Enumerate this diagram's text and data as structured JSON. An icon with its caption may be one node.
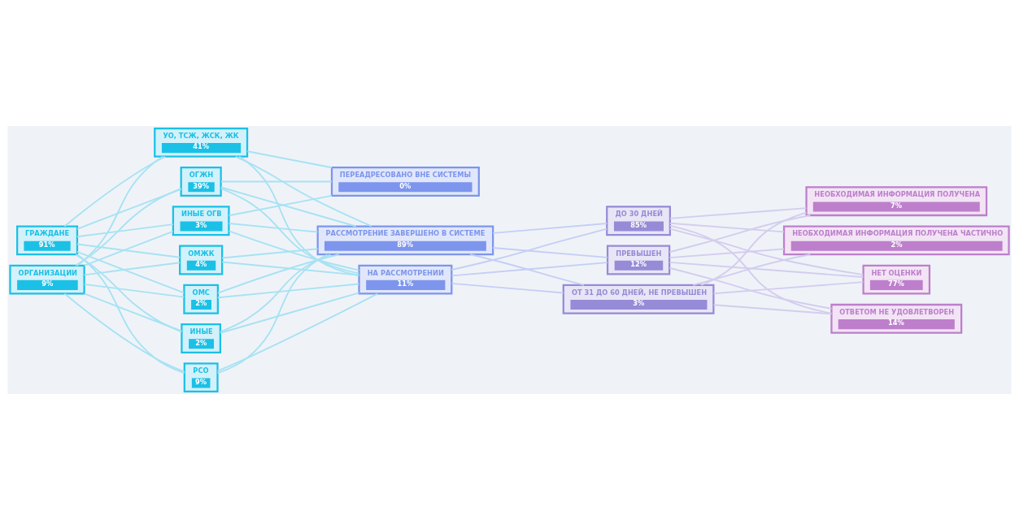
{
  "diagram": {
    "nodes": [
      {
        "text": [
          "ГРАЖДАНЕ",
          "91%"
        ]
      },
      {
        "text": [
          "ОРГАНИЗАЦИИ",
          "9%"
        ]
      },
      {
        "text": [
          "УО, ТСЖ, ЖСК, ЖК",
          "41%"
        ]
      },
      {
        "text": [
          "ОГЖН",
          "39%"
        ]
      },
      {
        "text": [
          "РСО",
          "9%"
        ]
      },
      {
        "text": [
          "ОМЖК",
          "4%"
        ]
      },
      {
        "text": [
          "ИНЫЕ ОГВ",
          "3%"
        ]
      },
      {
        "text": [
          "ОМС",
          "2%"
        ]
      },
      {
        "text": [
          "ИНЫЕ",
          "2%"
        ]
      },
      {
        "text": [
          "РАССМОТРЕНИЕ ЗАВЕРШЕНО В СИСТЕМЕ",
          "89%"
        ]
      },
      {
        "text": [
          "НА РАССМОТРЕНИИ",
          "11%"
        ]
      },
      {
        "text": [
          "ПЕРЕАДРЕСОВАНО ВНЕ СИСТЕМЫ",
          "0%"
        ]
      },
      {
        "text": [
          "ДО 30 ДНЕЙ",
          "85%"
        ]
      },
      {
        "text": [
          "ПРЕВЫШЕН",
          "12%"
        ]
      },
      {
        "text": [
          "ОТ 31 ДО 60 ДНЕЙ, НЕ ПРЕВЫШЕН",
          "3%"
        ]
      },
      {
        "text": [
          "НЕТ ОЦЕНКИ",
          "77%"
        ]
      },
      {
        "text": [
          "ОТВЕТОМ НЕ УДОВЛЕТВОРЕН",
          "14%"
        ]
      },
      {
        "text": [
          "НЕОБХОДИМАЯ ИНФОРМАЦИЯ ПОЛУЧЕНА",
          "7%"
        ]
      },
      {
        "text": [
          "НЕОБХОДИМАЯ ИНФОРМАЦИЯ ПОЛУЧЕНА ЧАСТИЧНО",
          "2%"
        ]
      }
    ],
    "edges": [
      {
        "from": 0,
        "to": 2,
        "arrow": "none"
      },
      {
        "from": 0,
        "to": 3,
        "arrow": "none"
      },
      {
        "from": 0,
        "to": 4,
        "arrow": "none"
      },
      {
        "from": 0,
        "to": 5,
        "arrow": "none"
      },
      {
        "from": 0,
        "to": 6,
        "arrow": "none"
      },
      {
        "from": 0,
        "to": 7,
        "arrow": "none"
      },
      {
        "from": 0,
        "to": 8,
        "arrow": "none"
      },
      {
        "from": 1,
        "to": 2,
        "arrow": "none"
      },
      {
        "from": 1,
        "to": 3,
        "arrow": "none"
      },
      {
        "from": 1,
        "to": 4,
        "arrow": "none"
      },
      {
        "from": 1,
        "to": 5,
        "arrow": "none"
      },
      {
        "from": 1,
        "to": 6,
        "arrow": "none"
      },
      {
        "from": 1,
        "to": 7,
        "arrow": "none"
      },
      {
        "from": 1,
        "to": 8,
        "arrow": "none"
      },
      {
        "from": 2,
        "to": 9,
        "arrow": "none"
      },
      {
        "from": 2,
        "to": 10,
        "arrow": "none"
      },
      {
        "from": 2,
        "to": 11,
        "arrow": "none"
      },
      {
        "from": 3,
        "to": 9,
        "arrow": "none"
      },
      {
        "from": 3,
        "to": 10,
        "arrow": "none"
      },
      {
        "from": 3,
        "to": 11,
        "arrow": "none"
      },
      {
        "from": 4,
        "to": 9,
        "arrow": "none"
      },
      {
        "from": 4,
        "to": 10,
        "arrow": "none"
      },
      {
        "from": 5,
        "to": 9,
        "arrow": "none"
      },
      {
        "from": 5,
        "to": 10,
        "arrow": "none"
      },
      {
        "from": 6,
        "to": 9,
        "arrow": "none"
      },
      {
        "from": 6,
        "to": 10,
        "arrow": "none"
      },
      {
        "from": 6,
        "to": 11,
        "arrow": "none"
      },
      {
        "from": 7,
        "to": 9,
        "arrow": "none"
      },
      {
        "from": 7,
        "to": 10,
        "arrow": "none"
      },
      {
        "from": 8,
        "to": 9,
        "arrow": "none"
      },
      {
        "from": 8,
        "to": 10,
        "arrow": "none"
      },
      {
        "from": 9,
        "to": 12,
        "arrow": "none",
        "color": "#c5cff5"
      },
      {
        "from": 9,
        "to": 13,
        "arrow": "none",
        "color": "#c5cff5"
      },
      {
        "from": 9,
        "to": 14,
        "arrow": "none",
        "color": "#c5cff5"
      },
      {
        "from": 10,
        "to": 12,
        "arrow": "none",
        "color": "#c5cff5"
      },
      {
        "from": 10,
        "to": 13,
        "arrow": "none",
        "color": "#c5cff5"
      },
      {
        "from": 10,
        "to": 14,
        "arrow": "none",
        "color": "#c5cff5"
      },
      {
        "from": 12,
        "to": 15,
        "arrow": "none",
        "color": "#d3cdee"
      },
      {
        "from": 12,
        "to": 16,
        "arrow": "none",
        "color": "#d3cdee"
      },
      {
        "from": 12,
        "to": 17,
        "arrow": "none",
        "color": "#d3cdee"
      },
      {
        "from": 12,
        "to": 18,
        "arrow": "none",
        "color": "#d3cdee"
      },
      {
        "from": 13,
        "to": 15,
        "arrow": "none",
        "color": "#d3cdee"
      },
      {
        "from": 13,
        "to": 16,
        "arrow": "none",
        "color": "#d3cdee"
      },
      {
        "from": 13,
        "to": 17,
        "arrow": "none",
        "color": "#d3cdee"
      },
      {
        "from": 13,
        "to": 18,
        "arrow": "none",
        "color": "#d3cdee"
      },
      {
        "from": 14,
        "to": 15,
        "arrow": "none",
        "color": "#d3cdee"
      },
      {
        "from": 14,
        "to": 16,
        "arrow": "none",
        "color": "#d3cdee"
      },
      {
        "from": 14,
        "to": 17,
        "arrow": "none",
        "color": "#d3cdee"
      },
      {
        "from": 14,
        "to": 18,
        "arrow": "none",
        "color": "#d3cdee"
      }
    ]
  }
}
